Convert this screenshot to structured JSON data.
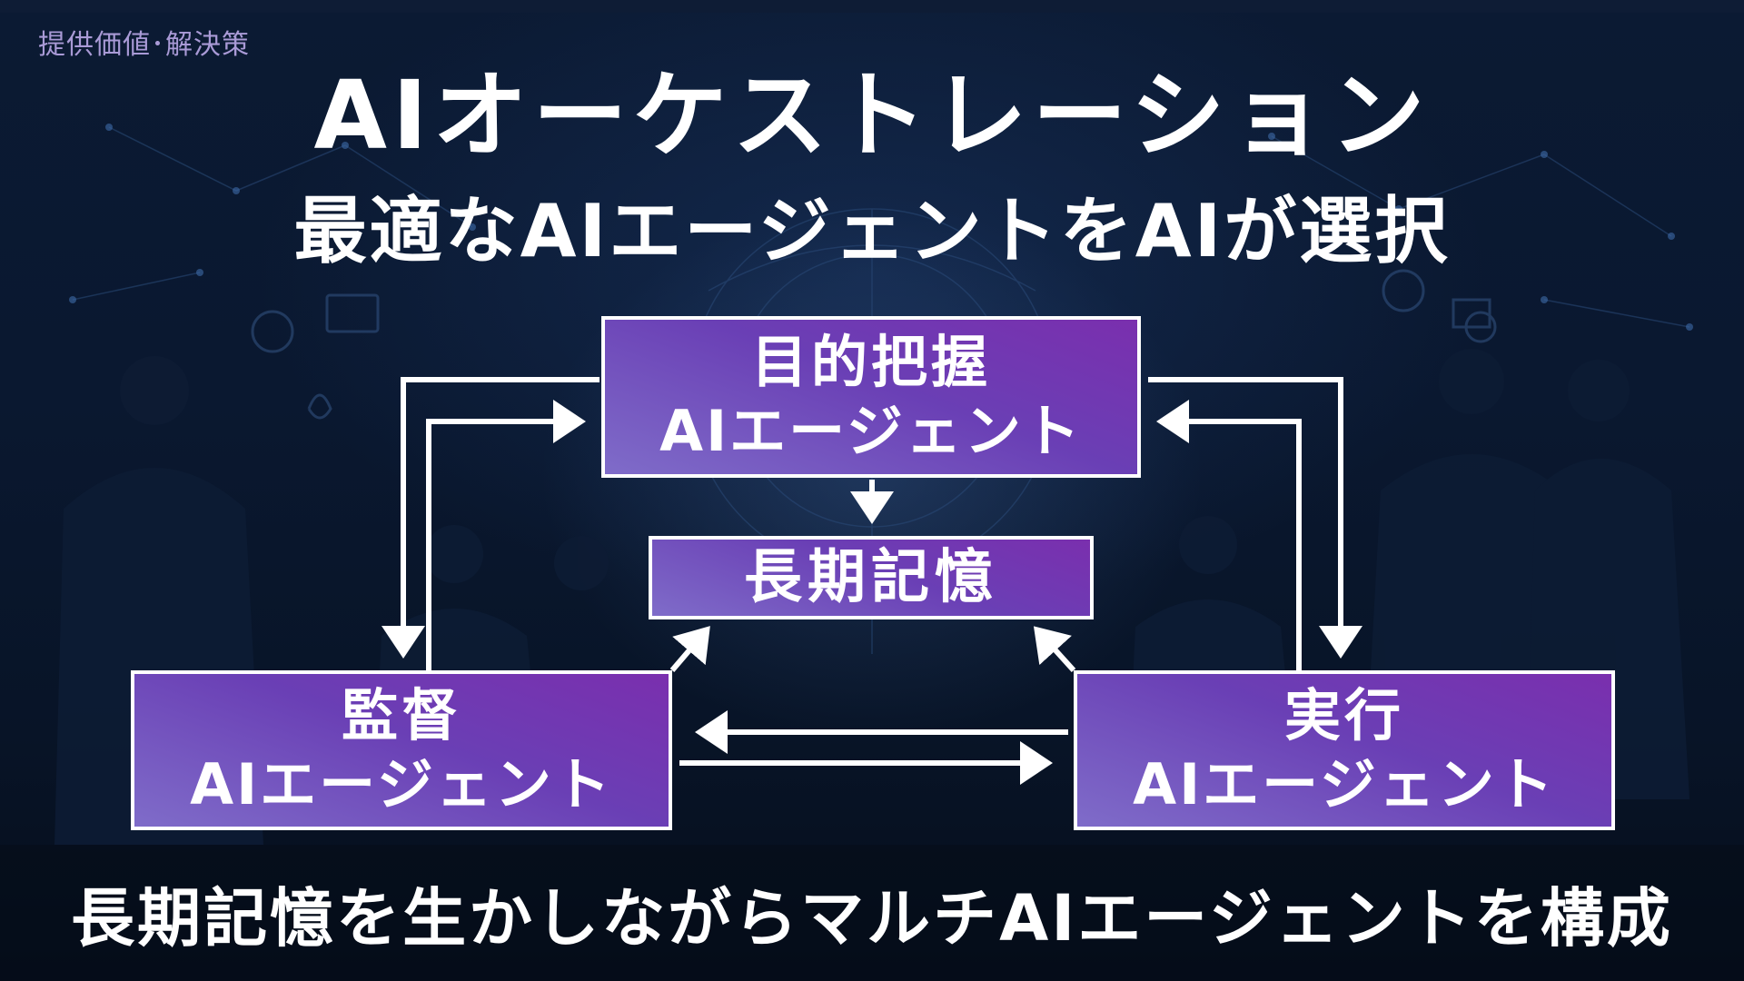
{
  "section_label": "提供価値･解決策",
  "title": "AIオーケストレーション",
  "subtitle": "最適なAIエージェントをAIが選択",
  "diagram": {
    "goal_box": {
      "line1": "目的把握",
      "line2": "AIエージェント"
    },
    "memory_box": {
      "line1": "長期記憶"
    },
    "supervise_box": {
      "line1": "監督",
      "line2": "AIエージェント"
    },
    "execute_box": {
      "line1": "実行",
      "line2": "AIエージェント"
    }
  },
  "caption": "長期記憶を生かしながらマルチAIエージェントを構成",
  "colors": {
    "background": "#0a1830",
    "box_fill": "#7a3fb5",
    "box_border": "#ffffff",
    "arrow": "#ffffff",
    "section_label": "#a99ad6"
  }
}
